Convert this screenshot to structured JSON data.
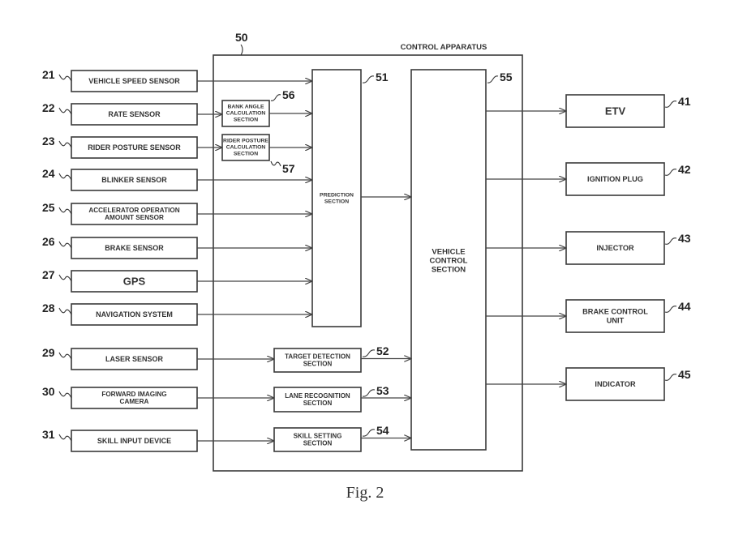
{
  "diagram": {
    "title": "CONTROL APPARATUS",
    "apparatus_ref": "50",
    "caption": "Fig. 2",
    "line_color": "#3a3a3a",
    "inputs": [
      {
        "ref": "21",
        "label": [
          "VEHICLE SPEED SENSOR"
        ],
        "target": "prediction"
      },
      {
        "ref": "22",
        "label": [
          "RATE SENSOR"
        ],
        "target": "bank_angle"
      },
      {
        "ref": "23",
        "label": [
          "RIDER POSTURE SENSOR"
        ],
        "target": "rider_posture"
      },
      {
        "ref": "24",
        "label": [
          "BLINKER SENSOR"
        ],
        "target": "prediction"
      },
      {
        "ref": "25",
        "label": [
          "ACCELERATOR OPERATION",
          "AMOUNT SENSOR"
        ],
        "target": "prediction"
      },
      {
        "ref": "26",
        "label": [
          "BRAKE SENSOR"
        ],
        "target": "prediction"
      },
      {
        "ref": "27",
        "label": [
          "GPS"
        ],
        "target": "prediction"
      },
      {
        "ref": "28",
        "label": [
          "NAVIGATION SYSTEM"
        ],
        "target": "prediction"
      },
      {
        "ref": "29",
        "label": [
          "LASER SENSOR"
        ],
        "target": "target_detection"
      },
      {
        "ref": "30",
        "label": [
          "FORWARD IMAGING",
          "CAMERA"
        ],
        "target": "lane_recognition"
      },
      {
        "ref": "31",
        "label": [
          "SKILL INPUT DEVICE"
        ],
        "target": "skill_setting"
      }
    ],
    "sections": {
      "prediction": {
        "ref": "51",
        "label": [
          "PREDICTION",
          "SECTION"
        ]
      },
      "target_detection": {
        "ref": "52",
        "label": [
          "TARGET DETECTION",
          "SECTION"
        ]
      },
      "lane_recognition": {
        "ref": "53",
        "label": [
          "LANE RECOGNITION",
          "SECTION"
        ]
      },
      "skill_setting": {
        "ref": "54",
        "label": [
          "SKILL SETTING",
          "SECTION"
        ]
      },
      "vehicle_control": {
        "ref": "55",
        "label": [
          "VEHICLE",
          "CONTROL",
          "SECTION"
        ]
      },
      "bank_angle": {
        "ref": "56",
        "label": [
          "BANK ANGLE",
          "CALCULATION",
          "SECTION"
        ]
      },
      "rider_posture": {
        "ref": "57",
        "label": [
          "RIDER POSTURE",
          "CALCULATION",
          "SECTION"
        ]
      }
    },
    "outputs": [
      {
        "ref": "41",
        "label": [
          "ETV"
        ]
      },
      {
        "ref": "42",
        "label": [
          "IGNITION PLUG"
        ]
      },
      {
        "ref": "43",
        "label": [
          "INJECTOR"
        ]
      },
      {
        "ref": "44",
        "label": [
          "BRAKE CONTROL",
          "UNIT"
        ]
      },
      {
        "ref": "45",
        "label": [
          "INDICATOR"
        ]
      }
    ]
  }
}
